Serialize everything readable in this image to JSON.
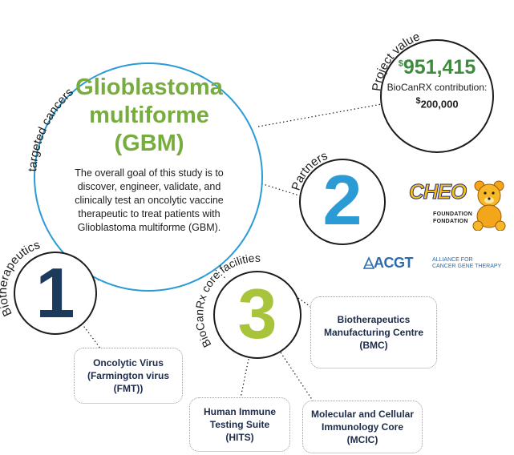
{
  "main": {
    "arc_label": "targeted cancers",
    "title_lines": [
      "Glioblastoma",
      "multiforme",
      "(GBM)"
    ],
    "description": "The overall goal of this study is to discover, engineer, validate, and clinically test an oncolytic vaccine therapeutic to treat patients with Glioblastoma multiforme (GBM)."
  },
  "project_value": {
    "arc_label": "Project value",
    "currency_symbol": "$",
    "amount": "951,415",
    "contribution_label": "BioCanRX contribution:",
    "contribution_currency": "$",
    "contribution_amount": "200,000"
  },
  "partners": {
    "arc_label": "Partners",
    "count": "2",
    "logos": [
      {
        "name": "CHEO",
        "line1": "FOUNDATION",
        "line2": "FONDATION"
      },
      {
        "name": "ACGT",
        "line1": "ALLIANCE FOR",
        "line2": "CANCER GENE THERAPY"
      }
    ]
  },
  "biotherapeutics": {
    "arc_label": "Biotherapeutics",
    "count": "1",
    "item": "Oncolytic Virus (Farmington virus (FMT))"
  },
  "core_facilities": {
    "arc_label": "BioCanRx core facilities",
    "count": "3",
    "items": [
      "Biotherapeutics Manufacturing Centre (BMC)",
      "Human Immune Testing Suite (HITS)",
      "Molecular and Cellular Immunology Core (MCIC)"
    ]
  },
  "colors": {
    "main_circle_border": "#2b9bd6",
    "title_green": "#77ac3e",
    "value_green": "#3d8b3d",
    "partners_blue": "#2b9bd6",
    "bio_navy": "#1b3a5c",
    "core_lime": "#a8c43a",
    "box_text": "#1d2b4a"
  }
}
